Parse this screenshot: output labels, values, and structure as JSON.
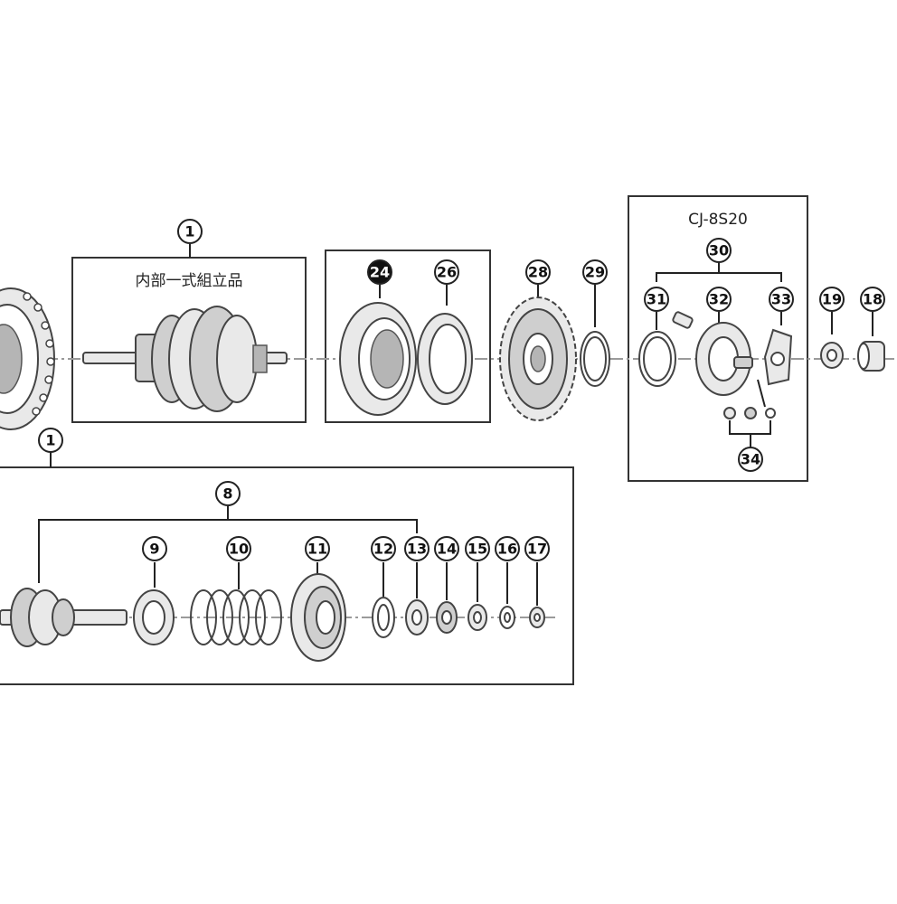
{
  "callouts": {
    "c1_top": "1",
    "c1_bottom": "1",
    "c8": "8",
    "c9": "9",
    "c10": "10",
    "c11": "11",
    "c12": "12",
    "c13": "13",
    "c14": "14",
    "c15": "15",
    "c16": "16",
    "c17": "17",
    "c18": "18",
    "c19": "19",
    "c24": "24",
    "c26": "26",
    "c28": "28",
    "c29": "29",
    "c30": "30",
    "c31": "31",
    "c32": "32",
    "c33": "33",
    "c34": "34"
  },
  "labels": {
    "assembly_jp": "内部一式組立品",
    "kit_code": "CJ-8S20"
  }
}
